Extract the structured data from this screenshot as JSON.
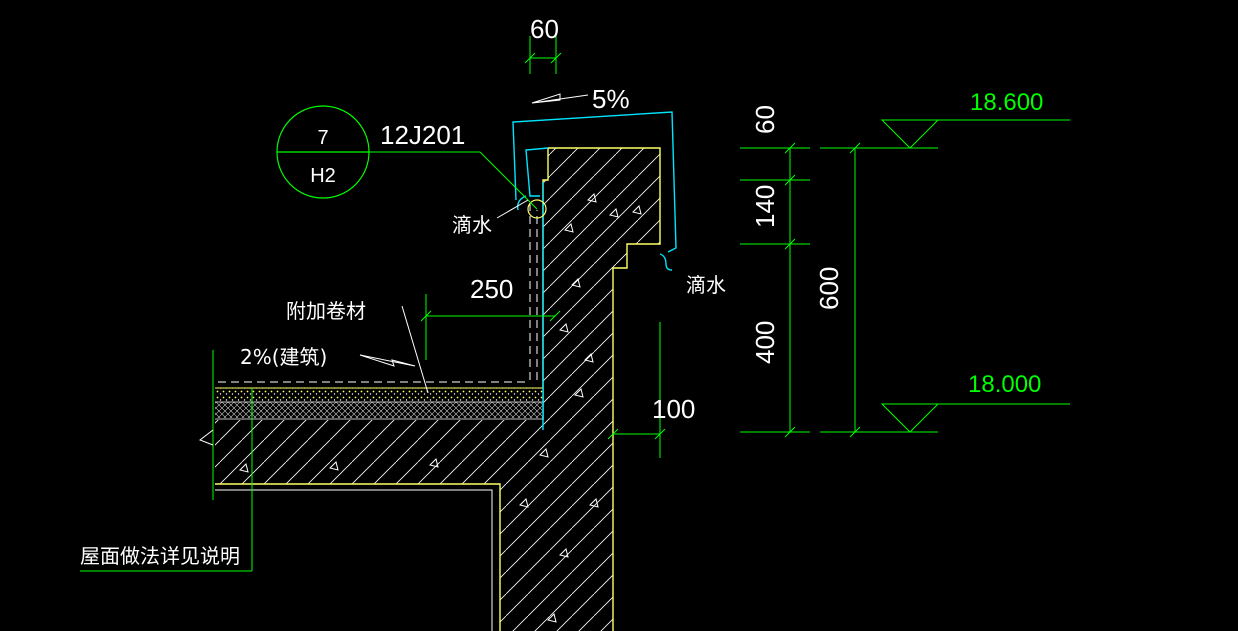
{
  "dimensions": {
    "top_width": "60",
    "slope_top": "5%",
    "upturn_length": "250",
    "wall_thickness": "100",
    "seg_60": "60",
    "seg_140": "140",
    "seg_400": "400",
    "total_600": "600"
  },
  "elevations": {
    "top": "18.600",
    "bottom": "18.000"
  },
  "detail_ref": {
    "number": "7",
    "sheet": "H2",
    "atlas": "12J201"
  },
  "notes": {
    "drip_left": "滴水",
    "drip_right": "滴水",
    "additional_membrane": "附加卷材",
    "roof_slope": "2%(建筑)",
    "roof_method": "屋面做法详见说明"
  },
  "colors": {
    "background": "#000000",
    "concrete_outline": "#ffff66",
    "waterproof": "#00e5ff",
    "dimension": "#00ff00",
    "text": "#ffffff",
    "hatch": "#ffffff"
  }
}
